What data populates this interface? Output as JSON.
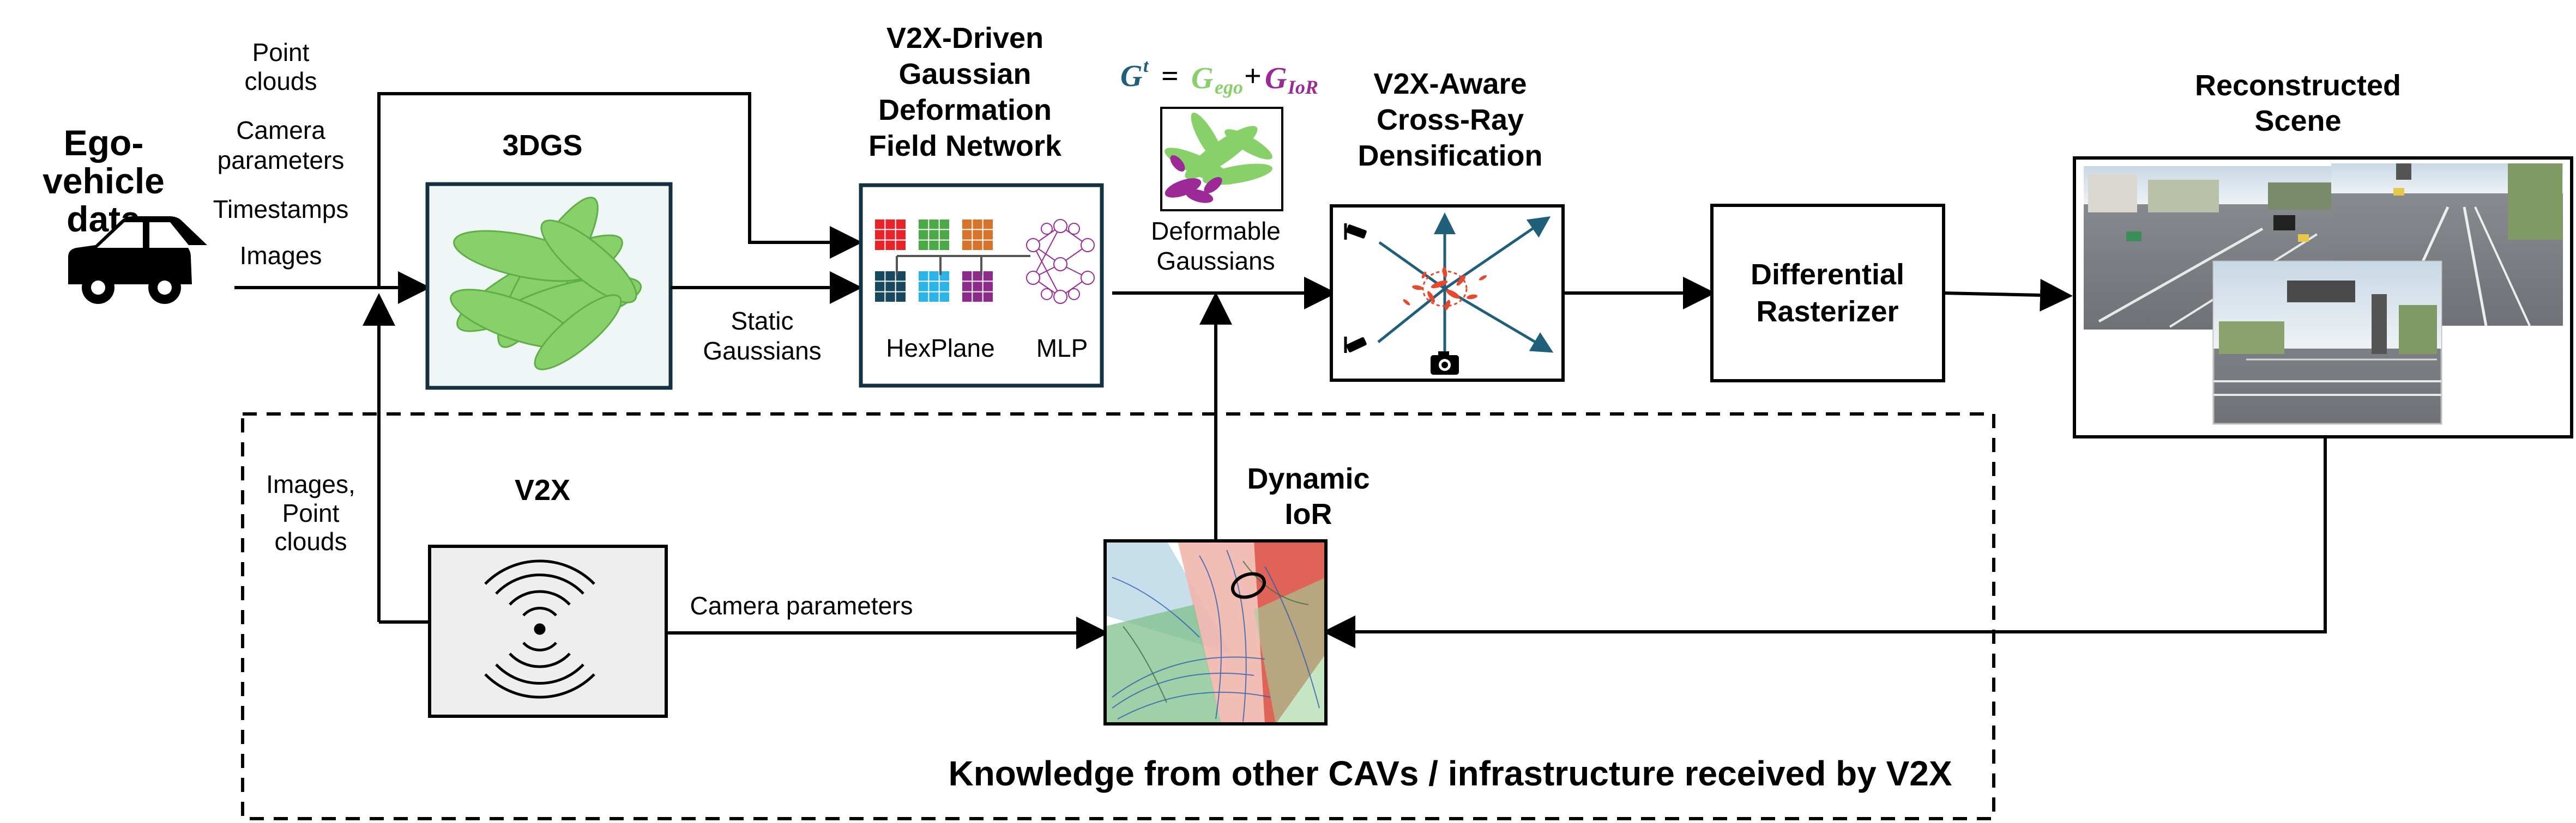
{
  "colors": {
    "gaussian_green": "#88d06a",
    "gaussian_purple": "#9b2a96",
    "formula_teal": "#1f5f7a",
    "arrow_blue": "#1f5f7a",
    "densify_red": "#e8482c",
    "v2x_box_fill": "#eeeeee"
  },
  "ego": {
    "line1": "Ego-",
    "line2": "vehicle",
    "line3": "data",
    "icon": "car-icon"
  },
  "inputs": {
    "point_clouds_1": "Point",
    "point_clouds_2": "clouds",
    "camera_params_1": "Camera",
    "camera_params_2": "parameters",
    "timestamps": "Timestamps",
    "images": "Images"
  },
  "gs3d": {
    "title": "3DGS"
  },
  "static": {
    "line1": "Static",
    "line2": "Gaussians"
  },
  "deform": {
    "title1": "V2X-Driven",
    "title2": "Gaussian",
    "title3": "Deformation",
    "title4": "Field Network",
    "hexplane": "HexPlane",
    "mlp": "MLP",
    "hex_colors": [
      "#e8232a",
      "#4aa845",
      "#d8742a",
      "#16495f",
      "#2bb4e8",
      "#8e2b8a"
    ]
  },
  "formula": {
    "g": "G",
    "t": "t",
    "eq": "=",
    "g_ego": "G",
    "ego_sub": "ego",
    "plus": "+",
    "g_ior": "G",
    "ior_sub": "IoR"
  },
  "deformable": {
    "line1": "Deformable",
    "line2": "Gaussians"
  },
  "densify": {
    "title1": "V2X-Aware",
    "title2": "Cross-Ray",
    "title3": "Densification",
    "icon_cam_a": "surveillance-camera-icon",
    "icon_cam_b": "surveillance-camera-icon",
    "icon_cam_c": "camera-icon"
  },
  "rasterizer": {
    "line1": "Differential",
    "line2": "Rasterizer"
  },
  "scene": {
    "title1": "Reconstructed",
    "title2": "Scene"
  },
  "v2x": {
    "title": "V2X",
    "side1": "Images,",
    "side2": "Point",
    "side3": "clouds",
    "camera_params": "Camera parameters",
    "icon": "wireless-signal-icon"
  },
  "ior": {
    "line1": "Dynamic",
    "line2": "IoR"
  },
  "knowledge": "Knowledge from other CAVs / infrastructure received by V2X"
}
